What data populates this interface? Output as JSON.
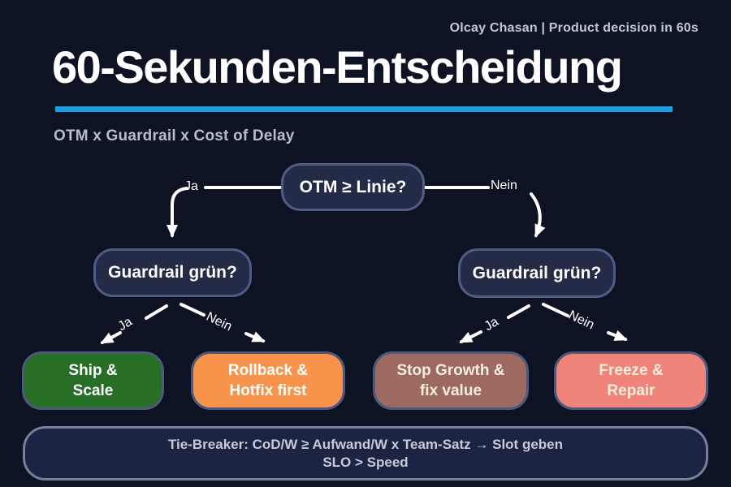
{
  "header": {
    "byline": "Olcay Chasan | Product decision in 60s",
    "title": "60-Sekunden-Entscheidung",
    "subtitle": "OTM x Guardrail x Cost of Delay",
    "accent_color": "#1b9fe0"
  },
  "colors": {
    "background": "#0d1322",
    "question_node_fill": "#232b47",
    "question_node_border": "#515c85",
    "outcome_border": "#4d587d",
    "footer_fill": "#1d2442",
    "footer_border": "#75809f",
    "arrow": "#ffffff"
  },
  "flowchart": {
    "root_question": {
      "label": "OTM ≥ Linie?"
    },
    "branch_labels": {
      "yes": "Ja",
      "no": "Nein"
    },
    "left_question": {
      "label": "Guardrail grün?"
    },
    "right_question": {
      "label": "Guardrail grün?"
    },
    "outcomes": [
      {
        "line1": "Ship &",
        "line2": "Scale",
        "color": "#276e26"
      },
      {
        "line1": "Rollback &",
        "line2": "Hotfix first",
        "color": "#f7934a"
      },
      {
        "line1": "Stop Growth &",
        "line2": "fix value",
        "color": "#9d6a62"
      },
      {
        "line1": "Freeze &",
        "line2": "Repair",
        "color": "#f0837a"
      }
    ]
  },
  "footer": {
    "line1": "Tie-Breaker: CoD/W ≥ Aufwand/W x Team-Satz → Slot geben",
    "line2": "SLO > Speed"
  }
}
